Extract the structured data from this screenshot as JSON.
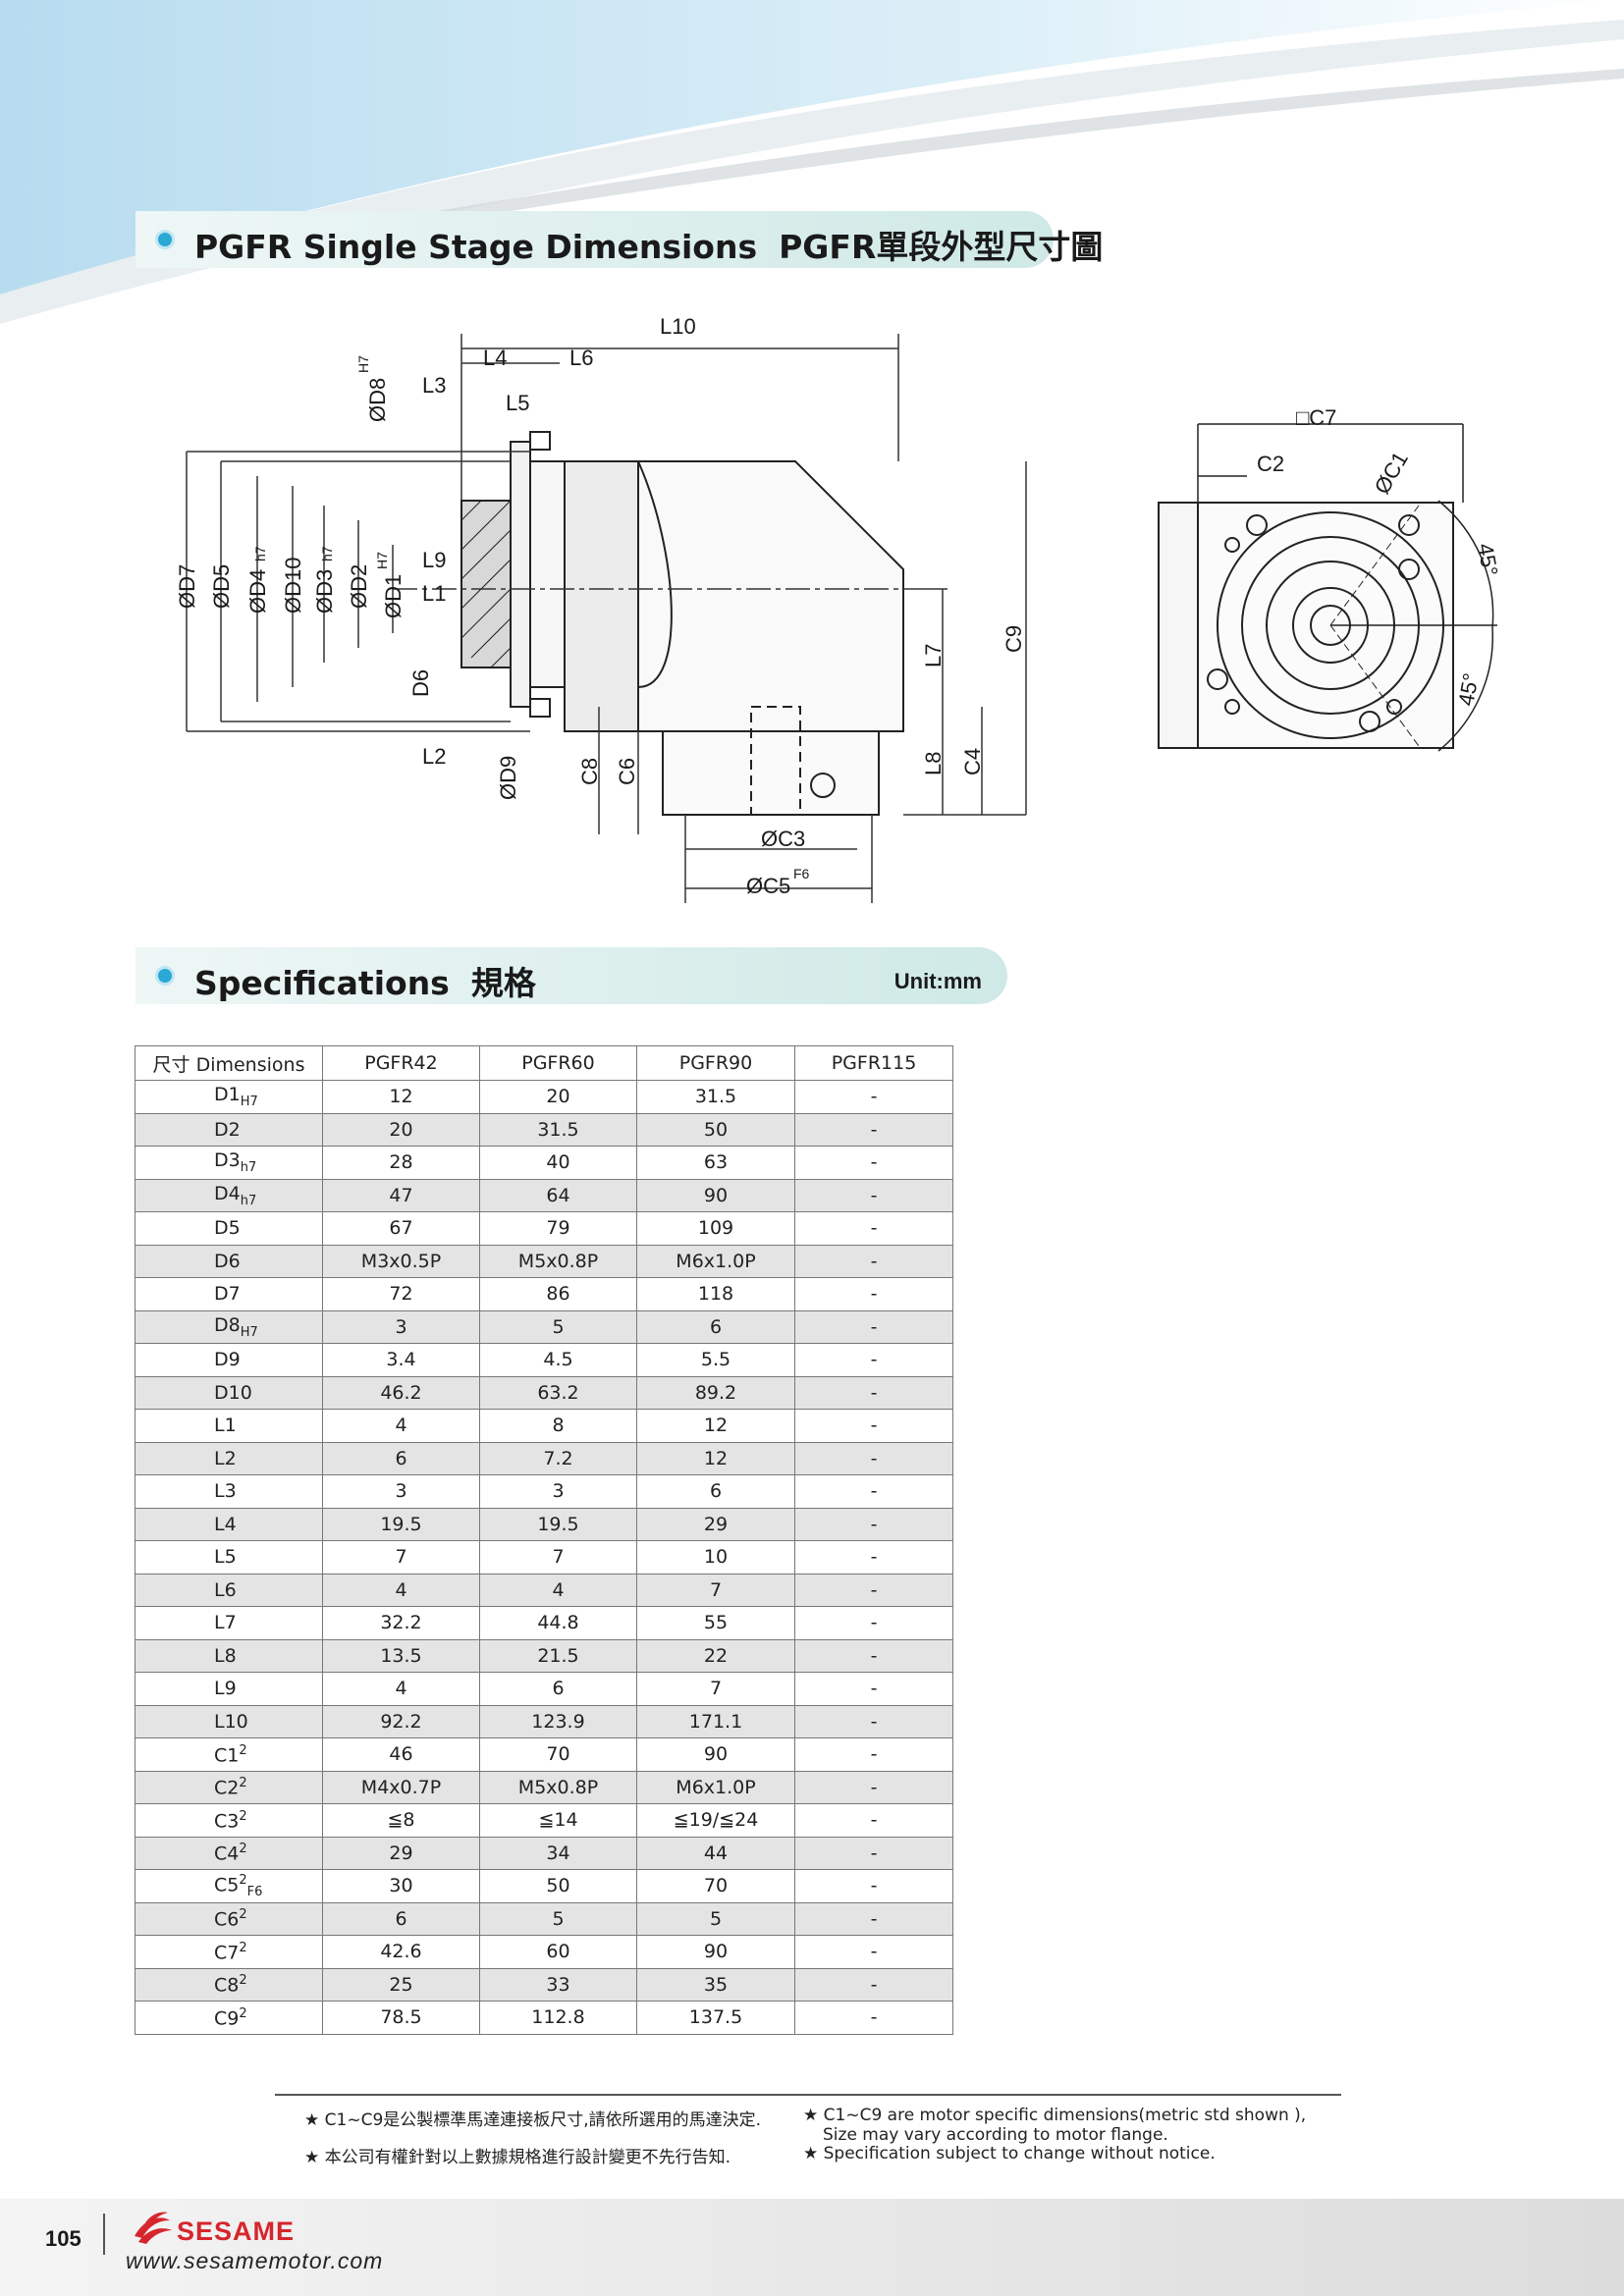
{
  "section1": {
    "title_en": "PGFR Single Stage Dimensions",
    "title_zh": "PGFR單段外型尺寸圖"
  },
  "drawing_labels": {
    "L10": "L10",
    "L4": "L4",
    "L6": "L6",
    "L3": "L3",
    "L5": "L5",
    "D8": "ØD8",
    "D8_tol": "H7",
    "D7": "ØD7",
    "D5": "ØD5",
    "D4": "ØD4",
    "D4_tol": "h7",
    "D10": "ØD10",
    "D3": "ØD3",
    "D3_tol": "h7",
    "D2": "ØD2",
    "D1": "ØD1",
    "D1_tol": "H7",
    "L9": "L9",
    "L1": "L1",
    "D6": "D6",
    "L2": "L2",
    "D9": "ØD9",
    "C8": "C8",
    "C6": "C6",
    "L7": "L7",
    "L8": "L8",
    "C4": "C4",
    "C9": "C9",
    "C3": "ØC3",
    "C5": "ØC5",
    "C5_tol": "F6",
    "C7": "□C7",
    "C2": "C2",
    "C1": "ØC1",
    "angle1": "45°",
    "angle2": "45°"
  },
  "section2": {
    "title_en": "Specifications",
    "title_zh": "規格",
    "unit": "Unit:mm"
  },
  "table": {
    "headers": [
      "尺寸 Dimensions",
      "PGFR42",
      "PGFR60",
      "PGFR90",
      "PGFR115"
    ],
    "rows": [
      {
        "dim": "D1",
        "sub": "H7",
        "v": [
          "12",
          "20",
          "31.5",
          "-"
        ]
      },
      {
        "dim": "D2",
        "sub": "",
        "v": [
          "20",
          "31.5",
          "50",
          "-"
        ]
      },
      {
        "dim": "D3",
        "sub": "h7",
        "v": [
          "28",
          "40",
          "63",
          "-"
        ]
      },
      {
        "dim": "D4",
        "sub": "h7",
        "v": [
          "47",
          "64",
          "90",
          "-"
        ]
      },
      {
        "dim": "D5",
        "sub": "",
        "v": [
          "67",
          "79",
          "109",
          "-"
        ]
      },
      {
        "dim": "D6",
        "sub": "",
        "v": [
          "M3x0.5P",
          "M5x0.8P",
          "M6x1.0P",
          "-"
        ]
      },
      {
        "dim": "D7",
        "sub": "",
        "v": [
          "72",
          "86",
          "118",
          "-"
        ]
      },
      {
        "dim": "D8",
        "sub": "H7",
        "v": [
          "3",
          "5",
          "6",
          "-"
        ]
      },
      {
        "dim": "D9",
        "sub": "",
        "v": [
          "3.4",
          "4.5",
          "5.5",
          "-"
        ]
      },
      {
        "dim": "D10",
        "sub": "",
        "v": [
          "46.2",
          "63.2",
          "89.2",
          "-"
        ]
      },
      {
        "dim": "L1",
        "sub": "",
        "v": [
          "4",
          "8",
          "12",
          "-"
        ]
      },
      {
        "dim": "L2",
        "sub": "",
        "v": [
          "6",
          "7.2",
          "12",
          "-"
        ]
      },
      {
        "dim": "L3",
        "sub": "",
        "v": [
          "3",
          "3",
          "6",
          "-"
        ]
      },
      {
        "dim": "L4",
        "sub": "",
        "v": [
          "19.5",
          "19.5",
          "29",
          "-"
        ]
      },
      {
        "dim": "L5",
        "sub": "",
        "v": [
          "7",
          "7",
          "10",
          "-"
        ]
      },
      {
        "dim": "L6",
        "sub": "",
        "v": [
          "4",
          "4",
          "7",
          "-"
        ]
      },
      {
        "dim": "L7",
        "sub": "",
        "v": [
          "32.2",
          "44.8",
          "55",
          "-"
        ]
      },
      {
        "dim": "L8",
        "sub": "",
        "v": [
          "13.5",
          "21.5",
          "22",
          "-"
        ]
      },
      {
        "dim": "L9",
        "sub": "",
        "v": [
          "4",
          "6",
          "7",
          "-"
        ]
      },
      {
        "dim": "L10",
        "sub": "",
        "v": [
          "92.2",
          "123.9",
          "171.1",
          "-"
        ]
      },
      {
        "dim": "C1",
        "sup": "2",
        "sub": "",
        "v": [
          "46",
          "70",
          "90",
          "-"
        ]
      },
      {
        "dim": "C2",
        "sup": "2",
        "sub": "",
        "v": [
          "M4x0.7P",
          "M5x0.8P",
          "M6x1.0P",
          "-"
        ]
      },
      {
        "dim": "C3",
        "sup": "2",
        "sub": "",
        "v": [
          "≦8",
          "≦14",
          "≦19/≦24",
          "-"
        ]
      },
      {
        "dim": "C4",
        "sup": "2",
        "sub": "",
        "v": [
          "29",
          "34",
          "44",
          "-"
        ]
      },
      {
        "dim": "C5",
        "sup": "2",
        "sub": "F6",
        "v": [
          "30",
          "50",
          "70",
          "-"
        ]
      },
      {
        "dim": "C6",
        "sup": "2",
        "sub": "",
        "v": [
          "6",
          "5",
          "5",
          "-"
        ]
      },
      {
        "dim": "C7",
        "sup": "2",
        "sub": "",
        "v": [
          "42.6",
          "60",
          "90",
          "-"
        ]
      },
      {
        "dim": "C8",
        "sup": "2",
        "sub": "",
        "v": [
          "25",
          "33",
          "35",
          "-"
        ]
      },
      {
        "dim": "C9",
        "sup": "2",
        "sub": "",
        "v": [
          "78.5",
          "112.8",
          "137.5",
          "-"
        ]
      }
    ]
  },
  "notes": {
    "zh1": "★ C1~C9是公製標準馬達連接板尺寸,請依所選用的馬達決定.",
    "zh2": "★ 本公司有權針對以上數據規格進行設計變更不先行告知.",
    "en1a": "★ C1~C9 are motor specific dimensions(metric std shown ),",
    "en1b": "Size may vary according to motor flange.",
    "en2": "★ Specification subject to change without notice."
  },
  "footer": {
    "page": "105",
    "brand": "SESAME",
    "website": "www.sesamemotor.com"
  },
  "colors": {
    "accent": "#2aa8d6",
    "brand": "#d6262c",
    "header_band": "#cfe9e6"
  }
}
